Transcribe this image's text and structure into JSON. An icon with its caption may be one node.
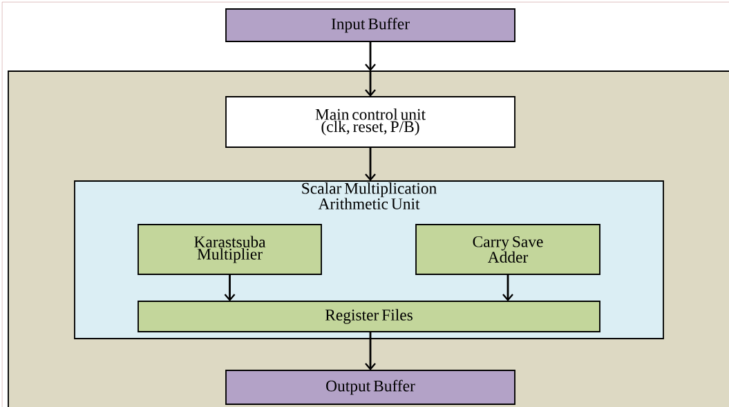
{
  "diagram": {
    "nodes": [
      {
        "text": [
          "Input Buffer"
        ]
      },
      {
        "text": [],
        "shape": "box"
      },
      {
        "text": [
          "Main control unit (clk, reset, P/B)"
        ],
        "in": 1
      },
      {
        "text": [
          "Scalar Multiplication Arithmetic Unit"
        ],
        "in": 1
      },
      {
        "text": [
          "Karastsuba Multiplier"
        ],
        "in": 3
      },
      {
        "text": [
          "Carry Save Adder"
        ],
        "in": 3
      },
      {
        "text": [
          "Register Files"
        ],
        "in": 3
      },
      {
        "text": [
          "Output Buffer"
        ],
        "in": 1
      }
    ],
    "edges": [
      {
        "from": 0,
        "to": 1,
        "arrow": "to"
      },
      {
        "from": 1,
        "to": 2,
        "arrow": "to"
      },
      {
        "from": 2,
        "to": 3,
        "arrow": "to"
      },
      {
        "from": 4,
        "to": 6,
        "arrow": "to"
      },
      {
        "from": 5,
        "to": 6,
        "arrow": "to"
      },
      {
        "from": 6,
        "to": 7,
        "arrow": "to"
      }
    ]
  }
}
